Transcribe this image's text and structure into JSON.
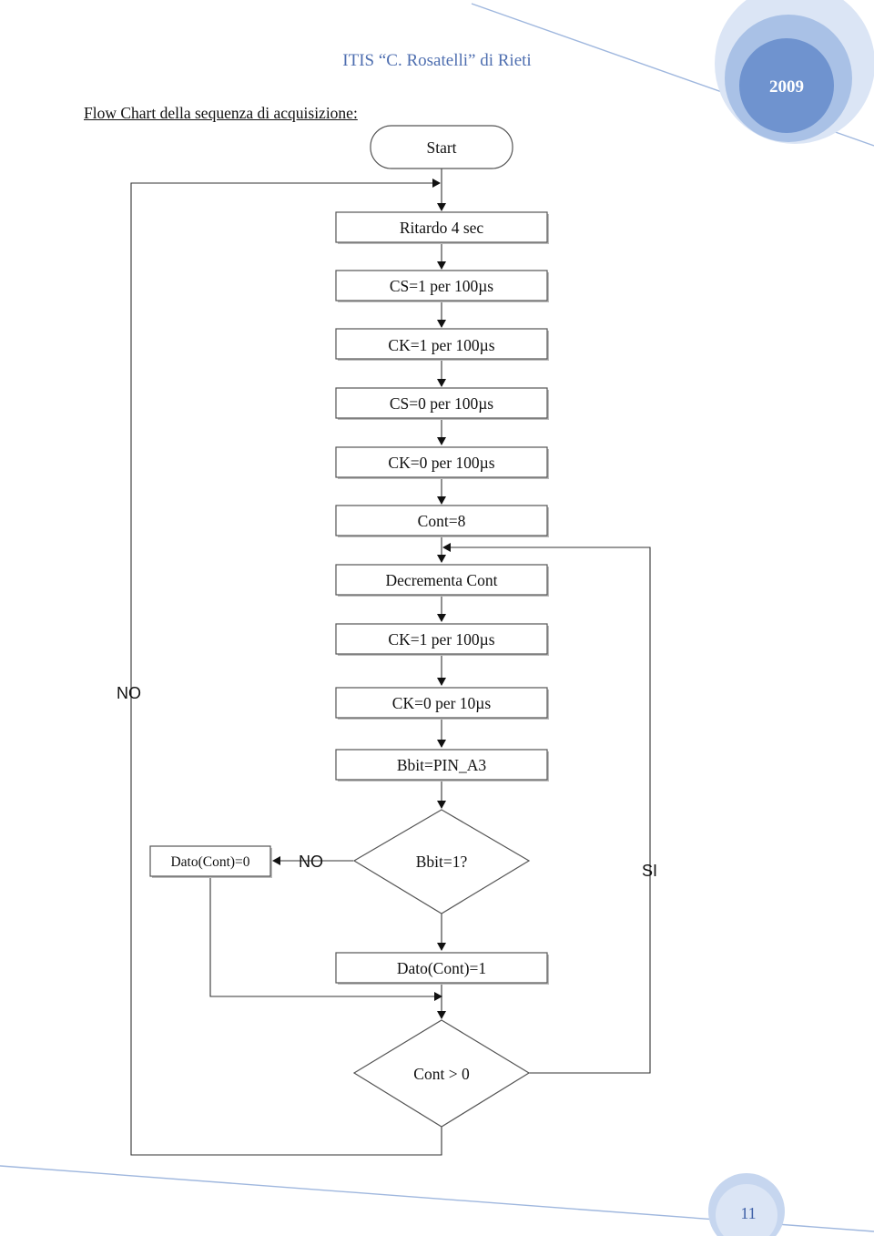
{
  "header": {
    "school": "ITIS “C. Rosatelli” di Rieti",
    "year": "2009"
  },
  "title": "Flow Chart della sequenza di acquisizione:",
  "flowchart": {
    "start": "Start",
    "steps": {
      "ritardo": "Ritardo 4 sec",
      "cs1": "CS=1 per 100µs",
      "ck1": "CK=1 per 100µs",
      "cs0": "CS=0 per 100µs",
      "ck0": "CK=0 per 100µs",
      "cont8": "Cont=8",
      "decrementa": "Decrementa Cont",
      "ck1b": "CK=1 per 100µs",
      "ck0b": "CK=0 per 10µs",
      "bbit": "Bbit=PIN_A3",
      "dato0": "Dato(Cont)=0",
      "dato1": "Dato(Cont)=1"
    },
    "decisions": {
      "bbit1": "Bbit=1?",
      "cont_gt0": "Cont > 0"
    },
    "labels": {
      "no_outer": "NO",
      "no_branch": "NO",
      "si": "SI"
    }
  },
  "footer": {
    "page": "11"
  },
  "colors": {
    "accent": "#4f6fb0",
    "badge": "#6f93cf",
    "badge_light": "#c6d6ef"
  }
}
